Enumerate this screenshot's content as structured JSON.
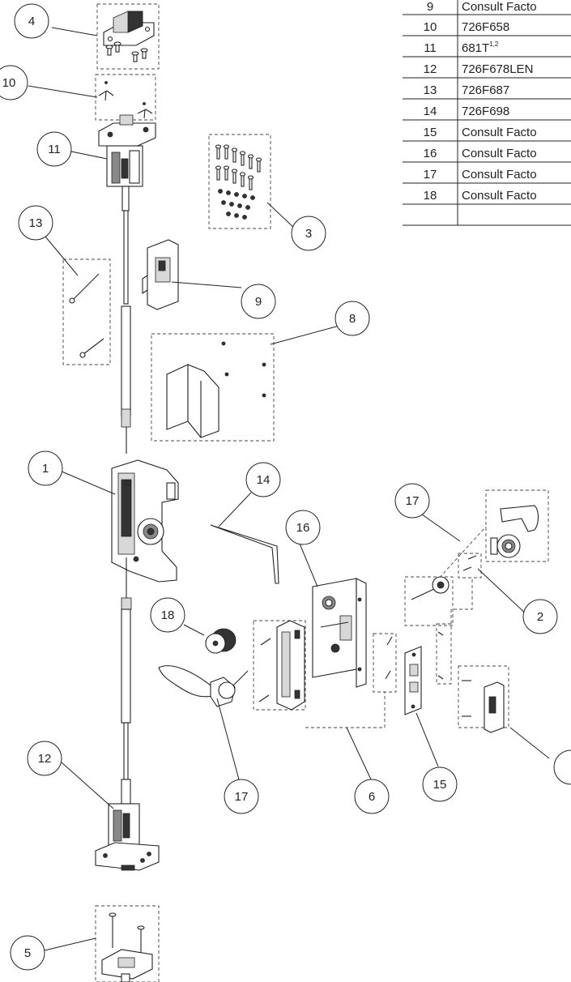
{
  "parts_table": {
    "rows": [
      {
        "item": "9",
        "part": "Consult Facto"
      },
      {
        "item": "10",
        "part": "726F658"
      },
      {
        "item": "11",
        "part": "681T",
        "sup": "1,2"
      },
      {
        "item": "12",
        "part": "726F678LEN"
      },
      {
        "item": "13",
        "part": "726F687"
      },
      {
        "item": "14",
        "part": "726F698"
      },
      {
        "item": "15",
        "part": "Consult Facto"
      },
      {
        "item": "16",
        "part": "Consult Facto"
      },
      {
        "item": "17",
        "part": "Consult Facto"
      },
      {
        "item": "18",
        "part": "Consult Facto"
      }
    ]
  },
  "callouts": {
    "c1": "1",
    "c2": "2",
    "c3": "3",
    "c4": "4",
    "c5": "5",
    "c6": "6",
    "c8": "8",
    "c9": "9",
    "c10": "10",
    "c11": "11",
    "c12": "12",
    "c13": "13",
    "c14": "14",
    "c15": "15",
    "c16": "16",
    "c17a": "17",
    "c17b": "17",
    "c18": "18"
  }
}
